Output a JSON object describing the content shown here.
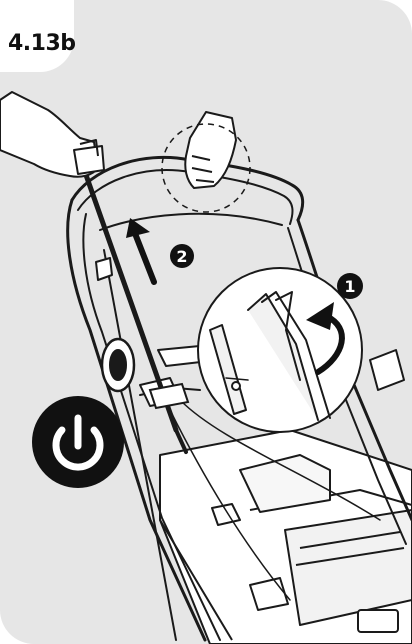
{
  "step": {
    "label": "4.13b"
  },
  "callouts": [
    {
      "number": "1"
    },
    {
      "number": "2"
    }
  ],
  "icons": {
    "power": "power-icon",
    "rotate_arrow": "curved-arrow-icon",
    "up_arrow": "up-arrow-icon"
  },
  "colors": {
    "background": "#e6e6e6",
    "line": "#1a1a1a",
    "badge": "#111111",
    "detail_circle": "#ffffff"
  }
}
